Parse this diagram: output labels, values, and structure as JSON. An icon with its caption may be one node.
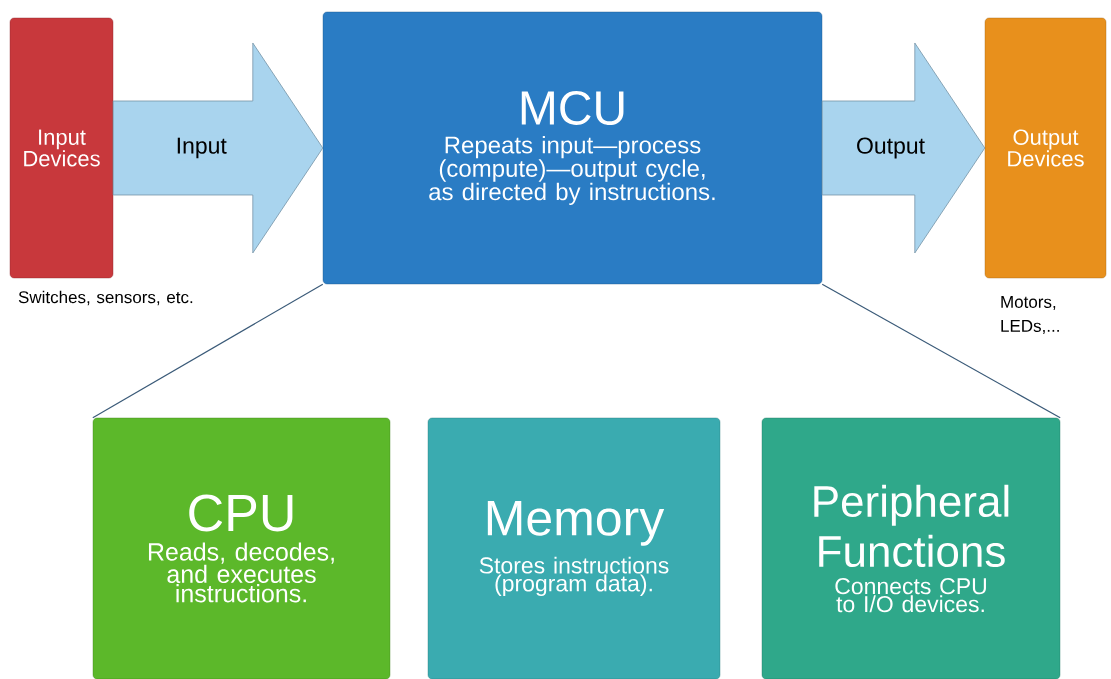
{
  "diagram": {
    "nodes": [
      {
        "text": [
          "Input Devices"
        ],
        "beside": [
          "Switches, sensors, etc."
        ]
      },
      {
        "text": [
          "MCU",
          "Repeats input—process (compute)—output cycle, as directed by instructions."
        ]
      },
      {
        "text": [
          "Output Devices"
        ],
        "beside": [
          "Motors, LEDs,..."
        ]
      },
      {
        "text": [
          "CPU",
          "Reads, decodes, and executes instructions."
        ]
      },
      {
        "text": [
          "Memory",
          "Stores instructions (program data)."
        ]
      },
      {
        "text": [
          "Peripheral Functions",
          "Connects CPU to I/O devices."
        ]
      }
    ],
    "edges": [
      {
        "from": 0,
        "to": 1,
        "arrow": "to",
        "label": "Input",
        "style": "thick"
      },
      {
        "from": 1,
        "to": 2,
        "arrow": "to",
        "label": "Output",
        "style": "thick"
      },
      {
        "from": 1,
        "to": 3,
        "arrow": "none",
        "color": "#3a5a78"
      },
      {
        "from": 1,
        "to": 5,
        "arrow": "none",
        "color": "#3a5a78"
      }
    ]
  }
}
